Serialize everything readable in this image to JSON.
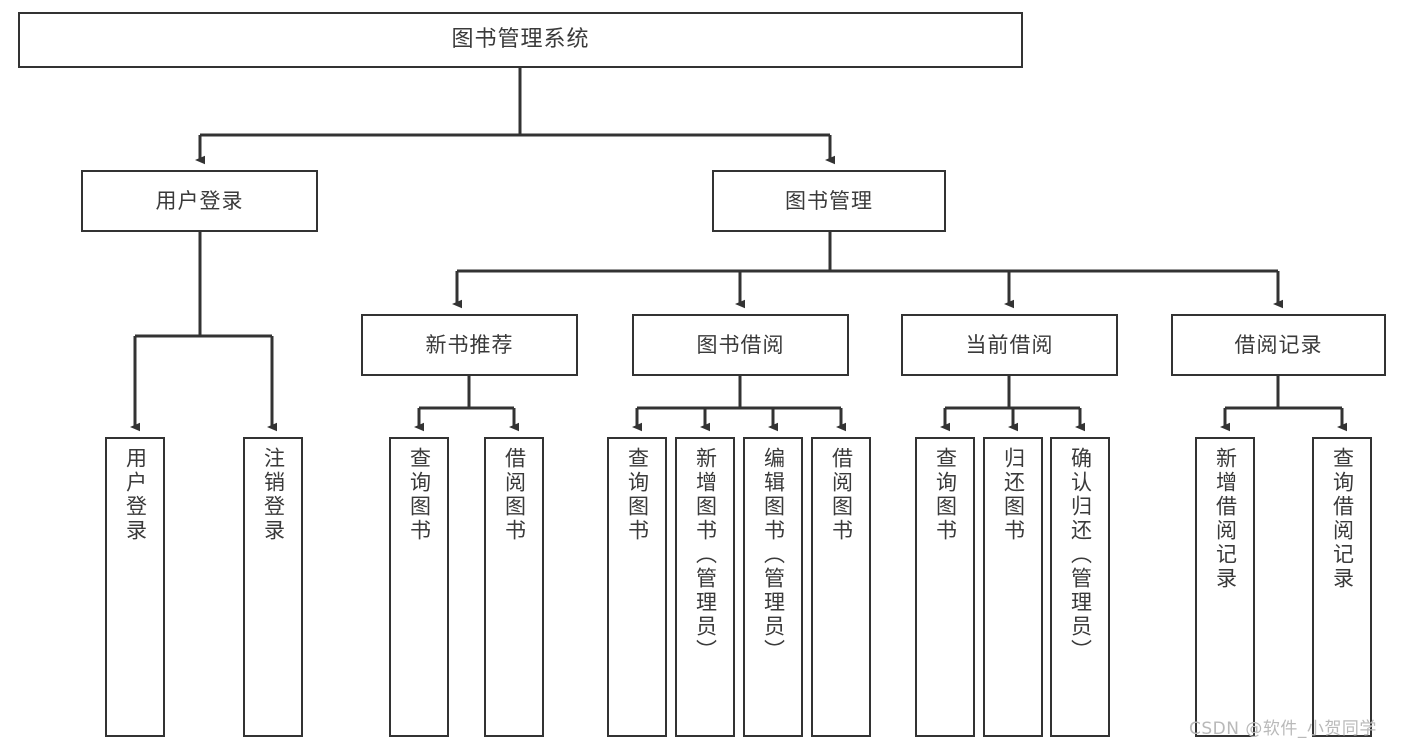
{
  "diagram": {
    "title": "图书管理系统",
    "type": "tree-hierarchy-chart",
    "watermark": "CSDN @软件_小贺同学",
    "stroke_color": "#333333",
    "fill_color": "#ffffff",
    "text_color": "#3a3a3a",
    "root": {
      "id": "root",
      "label": "图书管理系统"
    },
    "level2": [
      {
        "id": "user-login",
        "label": "用户登录"
      },
      {
        "id": "book-manage",
        "label": "图书管理"
      }
    ],
    "level3": [
      {
        "id": "new-book-rec",
        "label": "新书推荐",
        "parent": "book-manage"
      },
      {
        "id": "book-borrow",
        "label": "图书借阅",
        "parent": "book-manage"
      },
      {
        "id": "current-borrow",
        "label": "当前借阅",
        "parent": "book-manage"
      },
      {
        "id": "borrow-record",
        "label": "借阅记录",
        "parent": "book-manage"
      }
    ],
    "leaves": {
      "user_login": [
        {
          "id": "leaf-user-login",
          "label": "用户登录"
        },
        {
          "id": "leaf-logout-login",
          "label": "注销登录"
        }
      ],
      "new_book_rec": [
        {
          "id": "leaf-query-book-1",
          "label": "查询图书"
        },
        {
          "id": "leaf-borrow-book-1",
          "label": "借阅图书"
        }
      ],
      "book_borrow": [
        {
          "id": "leaf-query-book-2",
          "label": "查询图书"
        },
        {
          "id": "leaf-add-book",
          "label": "新增图书（管理员）"
        },
        {
          "id": "leaf-edit-book",
          "label": "编辑图书（管理员）"
        },
        {
          "id": "leaf-borrow-book-2",
          "label": "借阅图书"
        }
      ],
      "current_borrow": [
        {
          "id": "leaf-query-book-3",
          "label": "查询图书"
        },
        {
          "id": "leaf-return-book",
          "label": "归还图书"
        },
        {
          "id": "leaf-confirm-return",
          "label": "确认归还（管理员）"
        }
      ],
      "borrow_record": [
        {
          "id": "leaf-add-record",
          "label": "新增借阅记录"
        },
        {
          "id": "leaf-query-record",
          "label": "查询借阅记录"
        }
      ]
    }
  }
}
